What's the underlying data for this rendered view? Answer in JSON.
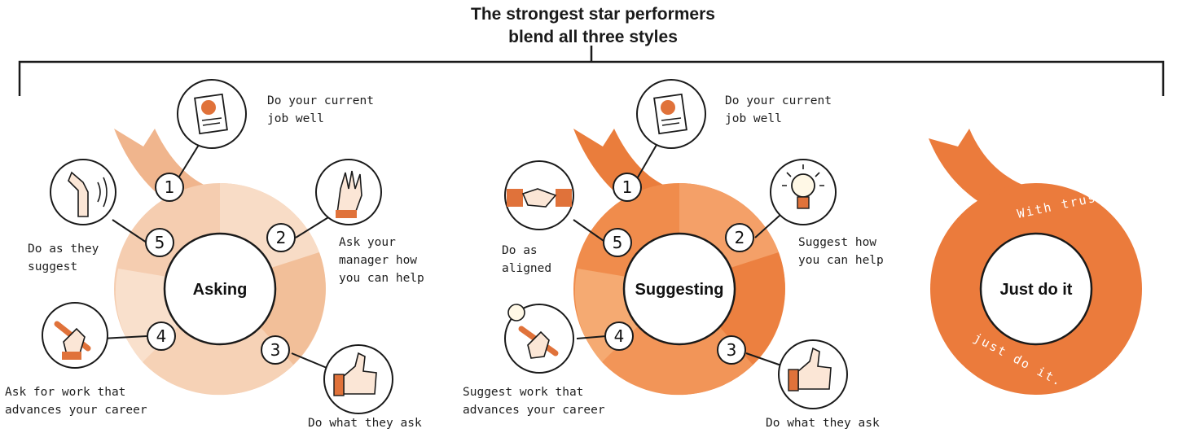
{
  "headline": {
    "line1": "The strongest star performers",
    "line2": "blend all three styles"
  },
  "colors": {
    "asking_light": "#f7d7bf",
    "asking_mid": "#f0b58d",
    "suggesting_light": "#f5a56a",
    "suggesting_mid": "#ea7d3c",
    "just_do_it": "#eb7b3c",
    "outline": "#1a1a1a",
    "skin": "#fbe6d6",
    "sleeve": "#e0723a"
  },
  "asking": {
    "center": "Asking",
    "steps": [
      {
        "number": "1",
        "lines": [
          "Do your current",
          "job well"
        ],
        "icon": "report-card-icon"
      },
      {
        "number": "2",
        "lines": [
          "Ask your",
          "manager how",
          "you can help"
        ],
        "icon": "raised-hand-icon"
      },
      {
        "number": "3",
        "lines": [
          "Do what they ask"
        ],
        "icon": "thumbs-up-icon"
      },
      {
        "number": "4",
        "lines": [
          "Ask for work that",
          "advances your career"
        ],
        "icon": "wrench-hand-icon"
      },
      {
        "number": "5",
        "lines": [
          "Do as they",
          "suggest"
        ],
        "icon": "phone-hand-icon"
      }
    ]
  },
  "suggesting": {
    "center": "Suggesting",
    "steps": [
      {
        "number": "1",
        "lines": [
          "Do your current",
          "job well"
        ],
        "icon": "report-card-icon"
      },
      {
        "number": "2",
        "lines": [
          "Suggest how",
          "you can help"
        ],
        "icon": "lightbulb-icon"
      },
      {
        "number": "3",
        "lines": [
          "Do what they ask"
        ],
        "icon": "thumbs-up-icon"
      },
      {
        "number": "4",
        "lines": [
          "Suggest work that",
          "advances your career"
        ],
        "icon": "lightbulb-wrench-icon"
      },
      {
        "number": "5",
        "lines": [
          "Do as",
          "aligned"
        ],
        "icon": "handshake-icon"
      }
    ]
  },
  "just_do_it": {
    "center": "Just do it",
    "arc_text_top": "With trust,",
    "arc_text_bottom": "just do it."
  }
}
